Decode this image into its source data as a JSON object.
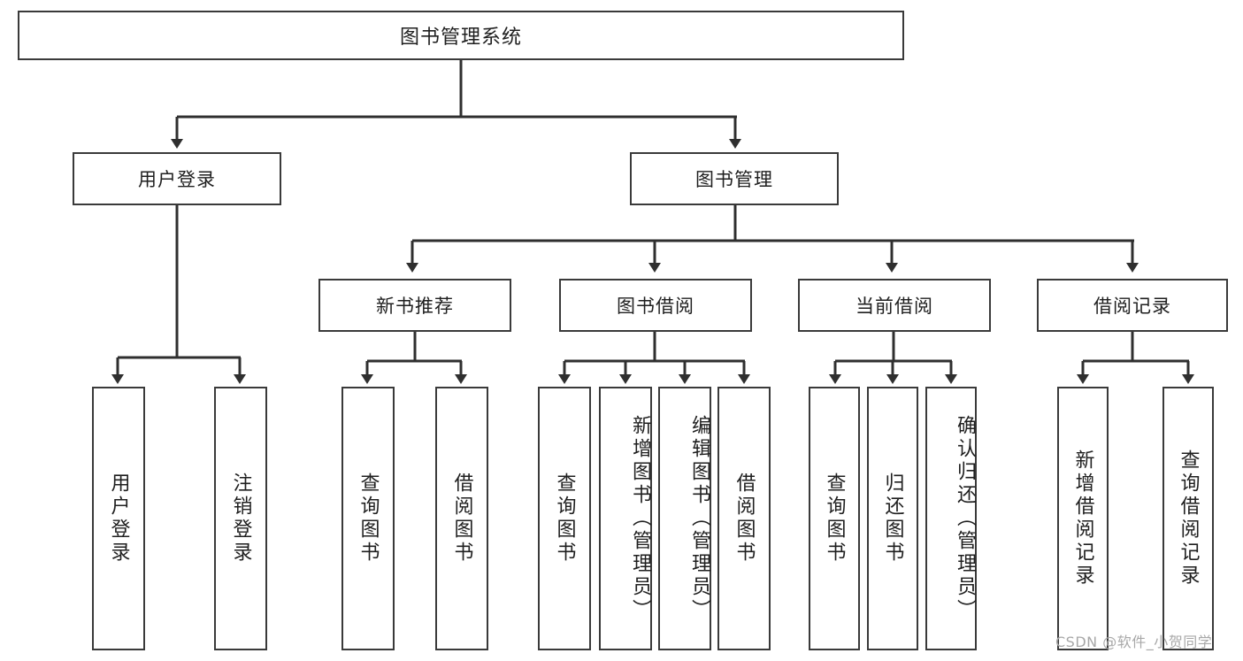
{
  "diagram": {
    "type": "tree-hierarchy",
    "title": "图书管理系统",
    "root": {
      "label": "图书管理系统"
    },
    "level1": [
      {
        "label": "用户登录"
      },
      {
        "label": "图书管理"
      }
    ],
    "level2": [
      {
        "label": "新书推荐"
      },
      {
        "label": "图书借阅"
      },
      {
        "label": "当前借阅"
      },
      {
        "label": "借阅记录"
      }
    ],
    "leaves": {
      "user_login": [
        {
          "label": "用户登录"
        },
        {
          "label": "注销登录"
        }
      ],
      "new_book_recommend": [
        {
          "label": "查询图书"
        },
        {
          "label": "借阅图书"
        }
      ],
      "book_borrow": [
        {
          "label": "查询图书"
        },
        {
          "label": "新增图书（管理员）"
        },
        {
          "label": "编辑图书（管理员）"
        },
        {
          "label": "借阅图书"
        }
      ],
      "current_borrow": [
        {
          "label": "查询图书"
        },
        {
          "label": "归还图书"
        },
        {
          "label": "确认归还（管理员）"
        }
      ],
      "borrow_record": [
        {
          "label": "新增借阅记录"
        },
        {
          "label": "查询借阅记录"
        }
      ]
    }
  },
  "watermark": {
    "text": "CSDN @软件_小贺同学"
  },
  "colors": {
    "box_border": "#3a3a3a",
    "box_fill": "#ffffff",
    "connector": "#2f2f2f",
    "text": "#1f1f1f",
    "watermark": "#a8a8a8"
  }
}
